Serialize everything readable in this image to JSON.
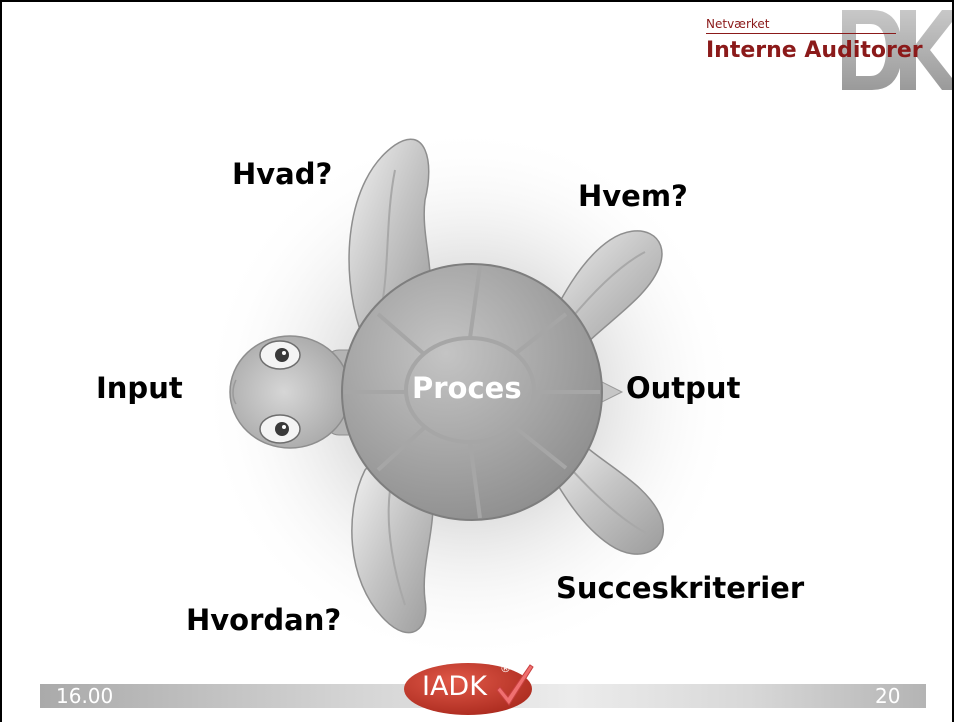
{
  "logo": {
    "small_text": "Netværket",
    "main_text": "Interne Auditorer",
    "letters": "DK"
  },
  "diagram": {
    "center_label": "Proces",
    "labels": {
      "top_left": "Hvad?",
      "top_right": "Hvem?",
      "left": "Input",
      "right": "Output",
      "bottom_right": "Succeskriterier",
      "bottom_left": "Hvordan?"
    }
  },
  "footer": {
    "left_text": "16.00",
    "right_text": "20",
    "logo_text": "IADK",
    "logo_mark": "®"
  },
  "colors": {
    "logo_red": "#8b1a1a",
    "iadk_red": "#c0392b",
    "check_red": "#e05050"
  }
}
